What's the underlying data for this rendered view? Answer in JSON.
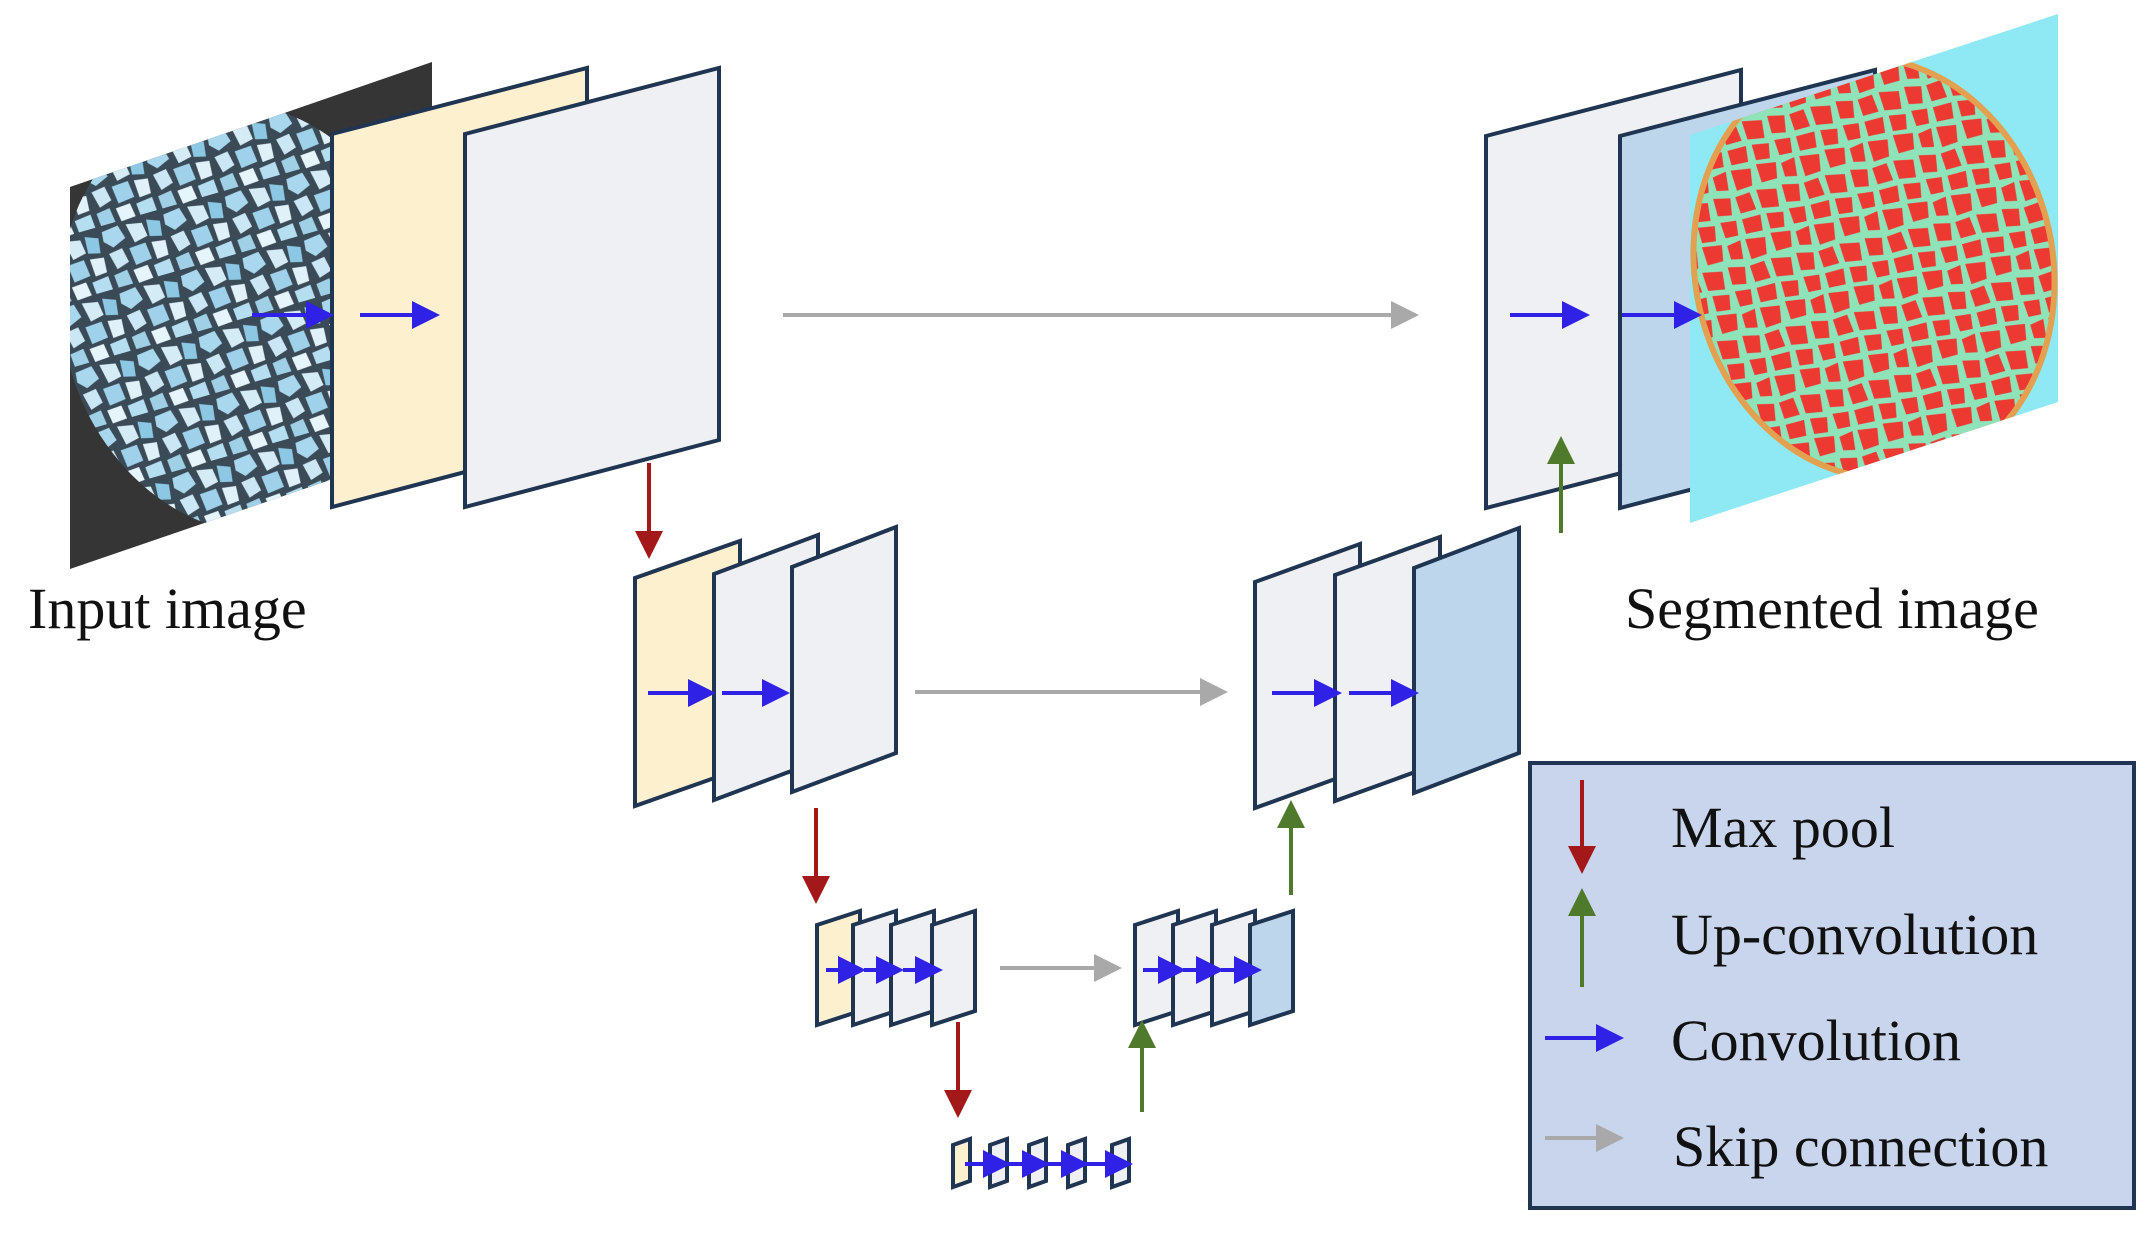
{
  "labels": {
    "input": "Input image",
    "output": "Segmented image"
  },
  "legend": {
    "items": [
      {
        "key": "max_pool",
        "label": "Max pool",
        "color": "#a31818",
        "icon": "down-arrow-icon"
      },
      {
        "key": "up_conv",
        "label": "Up-convolution",
        "color": "#4f7a2c",
        "icon": "up-arrow-icon"
      },
      {
        "key": "conv",
        "label": "Convolution",
        "color": "#2f22e6",
        "icon": "right-arrow-icon"
      },
      {
        "key": "skip",
        "label": "Skip connection",
        "color": "#a9a9a9",
        "icon": "right-arrow-icon"
      }
    ]
  },
  "colors": {
    "input_layer": "#fdf0cf",
    "feature_map": "#eff0f3",
    "decoder_last": "#bed6ec",
    "output_bg": "#8fe9f4",
    "segment_fill": "#ec3a33",
    "segment_bg": "#8fe3b9",
    "legend_bg": "#c9d5ec",
    "outline": "#1f3552"
  }
}
